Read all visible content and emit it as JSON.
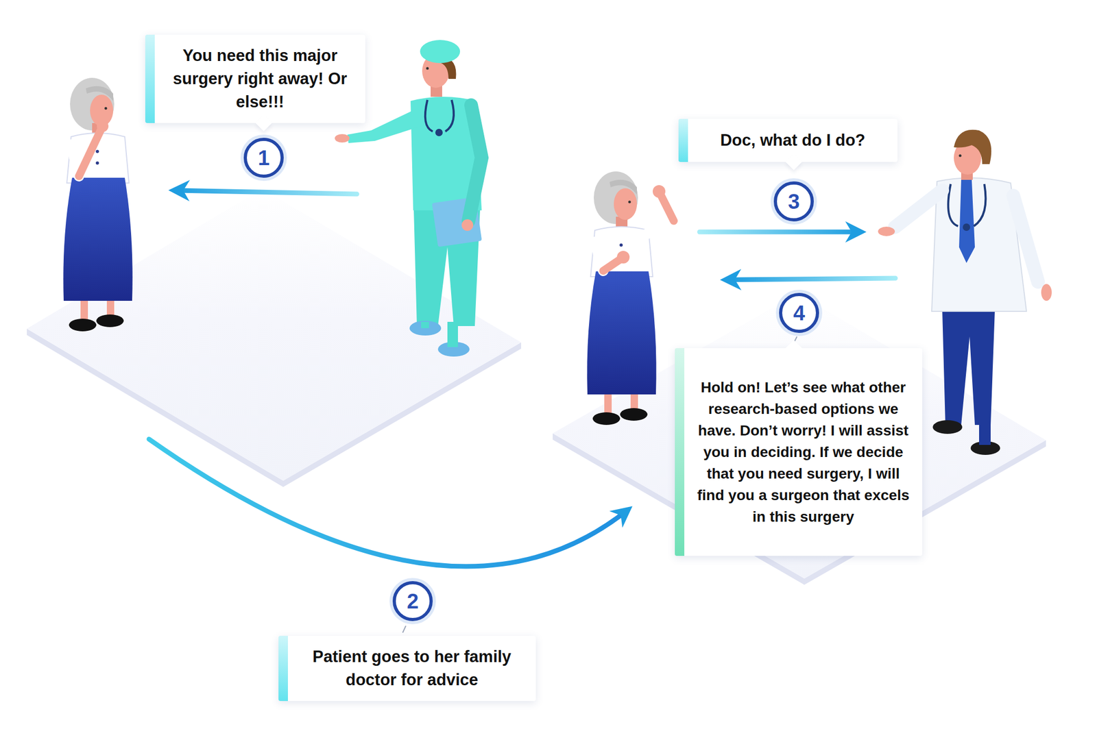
{
  "diagram": {
    "nodes": [
      {
        "text": [
          "1"
        ]
      },
      {
        "text": [
          "You need this major surgery right away! Or else!!!"
        ]
      },
      {
        "text": [
          "2"
        ]
      },
      {
        "text": [
          "Patient goes to her family doctor for advice"
        ]
      },
      {
        "text": [
          "3"
        ]
      },
      {
        "text": [
          "Doc, what do I do?"
        ]
      },
      {
        "text": [
          "4"
        ]
      },
      {
        "text": [
          "Hold on! Let’s see what other research-based options we have. Don’t worry! I will assist you in deciding. If we decide that you need surgery, I will find you a surgeon that excels in this surgery"
        ]
      }
    ]
  }
}
